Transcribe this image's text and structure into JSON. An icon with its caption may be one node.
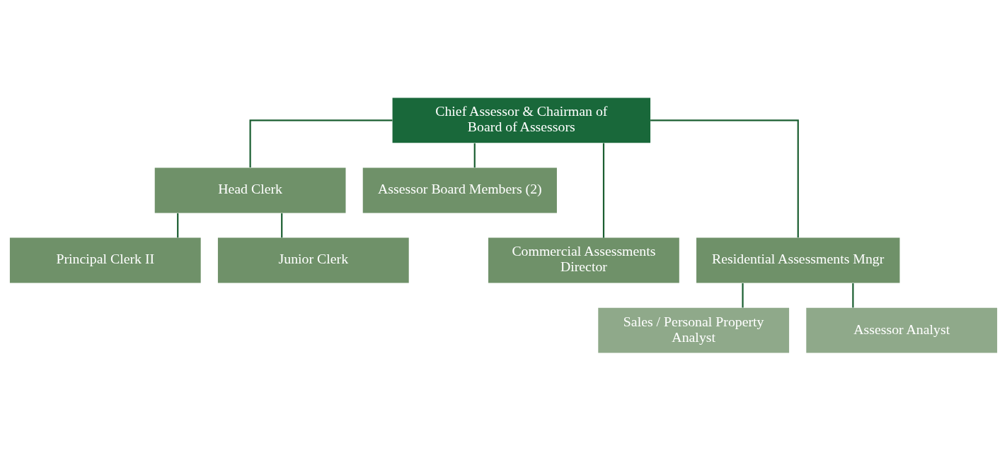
{
  "diagram": {
    "nodes": [
      {
        "text": [
          "Chief Assessor & Chairman of Board of Assessors"
        ]
      },
      {
        "text": [
          "Head Clerk"
        ]
      },
      {
        "text": [
          "Assessor Board Members (2)"
        ]
      },
      {
        "text": [
          "Principal Clerk II"
        ]
      },
      {
        "text": [
          "Junior Clerk"
        ]
      },
      {
        "text": [
          "Commercial Assessments Director"
        ]
      },
      {
        "text": [
          "Residential Assessments Mngr"
        ]
      },
      {
        "text": [
          "Sales / Personal Property Analyst"
        ]
      },
      {
        "text": [
          "Assessor Analyst"
        ]
      }
    ],
    "edges": [
      {
        "from": 0,
        "to": 1,
        "arrow": "none"
      },
      {
        "from": 0,
        "to": 2,
        "arrow": "none"
      },
      {
        "from": 1,
        "to": 3,
        "arrow": "none"
      },
      {
        "from": 1,
        "to": 4,
        "arrow": "none"
      },
      {
        "from": 0,
        "to": 5,
        "arrow": "none"
      },
      {
        "from": 0,
        "to": 6,
        "arrow": "none"
      },
      {
        "from": 6,
        "to": 7,
        "arrow": "none"
      },
      {
        "from": 6,
        "to": 8,
        "arrow": "none"
      }
    ]
  }
}
